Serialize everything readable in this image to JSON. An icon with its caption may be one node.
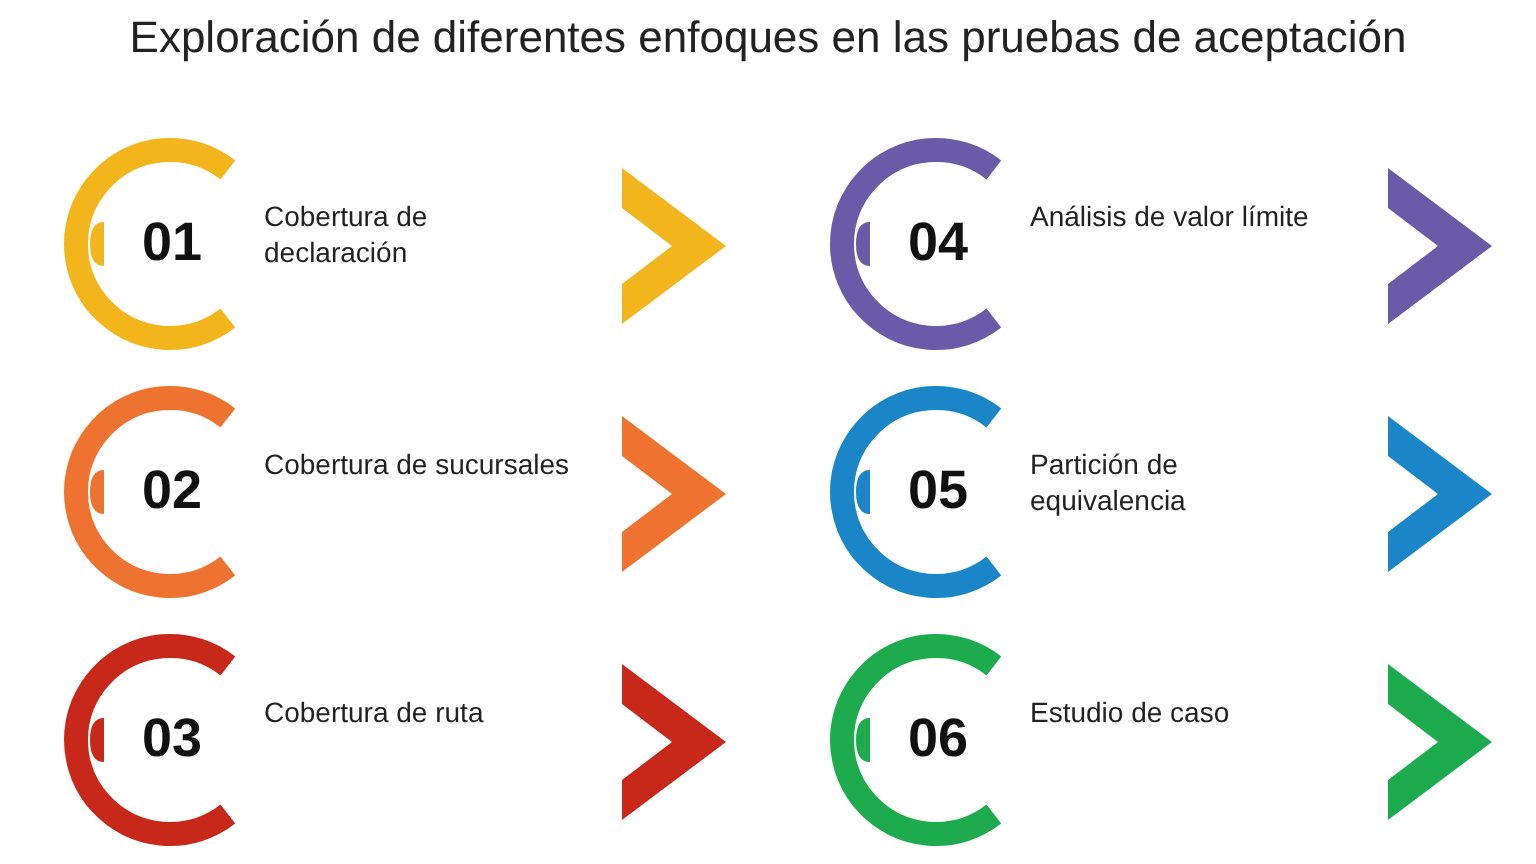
{
  "diagram": {
    "title": "Exploración de diferentes enfoques en las pruebas de aceptación",
    "nodes": [
      {
        "text": [
          "01",
          "Cobertura de declaración"
        ]
      },
      {
        "text": [
          "02",
          "Cobertura de sucursales"
        ]
      },
      {
        "text": [
          "03",
          "Cobertura de ruta"
        ]
      },
      {
        "text": [
          "04",
          "Análisis de valor límite"
        ]
      },
      {
        "text": [
          "05",
          "Partición de equivalencia"
        ]
      },
      {
        "text": [
          "06",
          "Estudio de caso"
        ]
      }
    ]
  }
}
